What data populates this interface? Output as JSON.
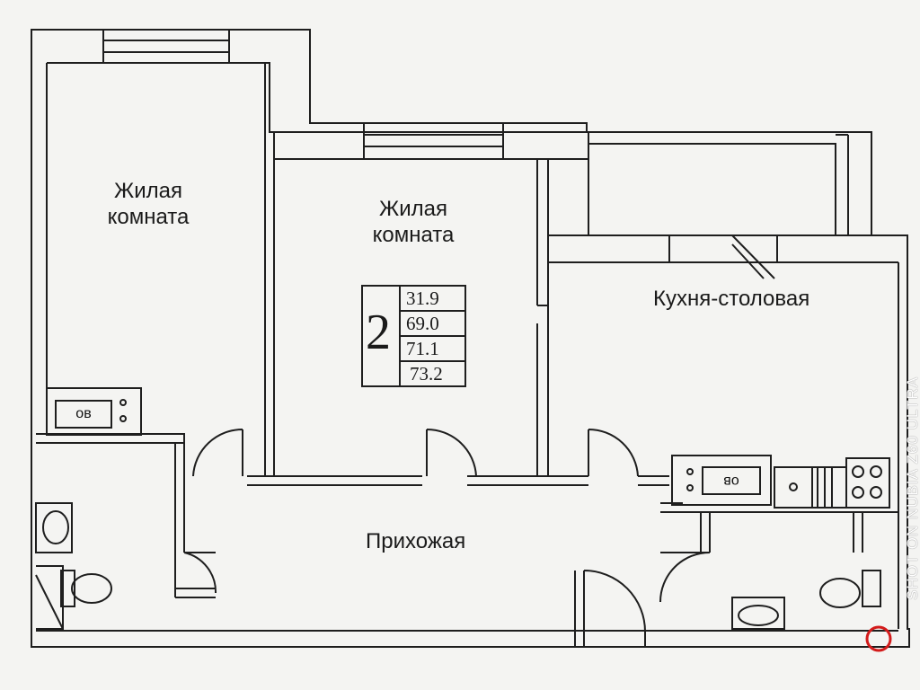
{
  "rooms": {
    "living_room_1": "Жилая\nкомната",
    "living_room_2": "Жилая\nкомната",
    "kitchen": "Кухня-столовая",
    "hallway": "Прихожая"
  },
  "summary": {
    "rooms_count": "2",
    "values": [
      "31.9",
      "69.0",
      "71.1",
      "73.2"
    ]
  },
  "appliances": {
    "oven_1": "ов",
    "oven_2": "ов"
  },
  "watermark": "SHOT ON NUBIA Z60 ULTRA",
  "colors": {
    "background": "#f4f4f2",
    "wall": "#1e1e1e",
    "mark": "#d31b1b"
  }
}
